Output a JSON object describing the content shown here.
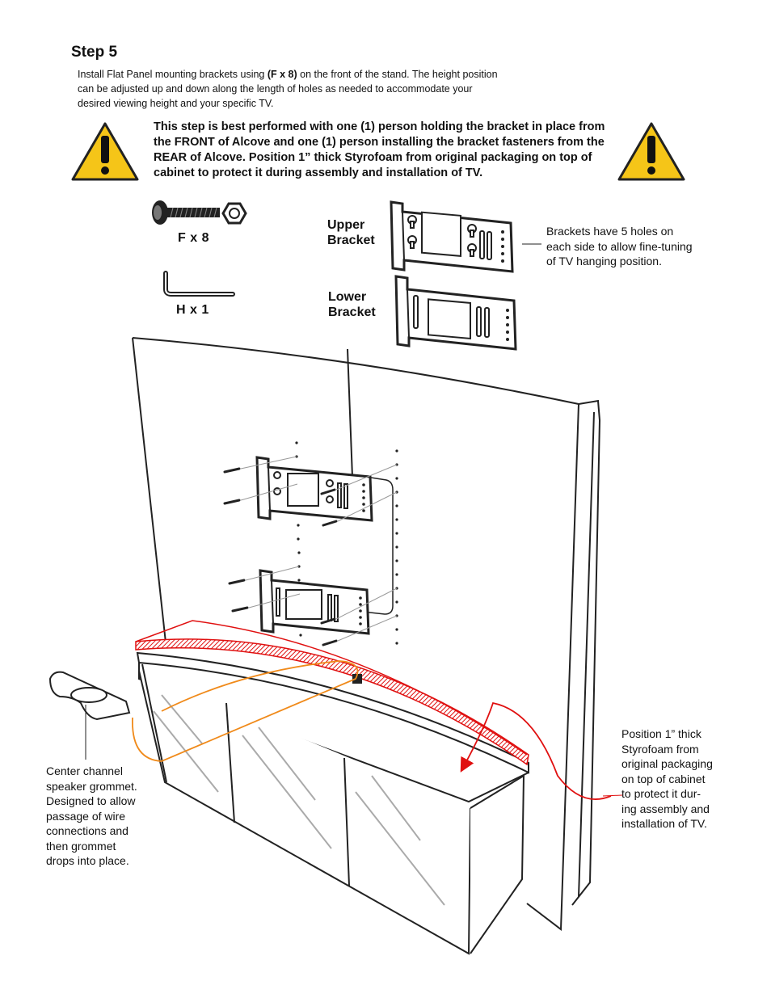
{
  "step": {
    "title": "Step 5"
  },
  "intro": {
    "part1": "Install Flat Panel mounting brackets using ",
    "bold": "(F x 8)",
    "part2": " on the front of the stand.  The height position can be adjusted up and down along the length of holes as needed to accommodate your desired viewing height and your specific TV."
  },
  "warning": {
    "text": "This step is best performed with one (1) person holding the bracket in place from the FRONT of Alcove and one (1) person installing the bracket fasteners from the REAR of Alcove. Position 1” thick Styrofoam from original packaging on top of cabinet to protect it during assembly and installation of TV.",
    "icon": "warning-triangle-icon",
    "color": "#f5c518"
  },
  "parts": {
    "bolt_label": "F x 8",
    "key_label": "H x 1"
  },
  "brackets": {
    "upper_line1": "Upper",
    "upper_line2": "Bracket",
    "lower_line1": "Lower",
    "lower_line2": "Bracket",
    "callout": [
      "Brackets have 5 holes on",
      "each side to allow fine-tuning",
      "of TV hanging position."
    ]
  },
  "grommet": {
    "callout": [
      "Center channel",
      "speaker grommet.",
      "Designed to allow",
      "passage of wire",
      "connections and",
      "then grommet",
      "drops into place."
    ]
  },
  "styrofoam": {
    "callout": [
      "Position 1” thick",
      "Styrofoam from",
      "original packaging",
      "on top of cabinet",
      "to protect it dur-",
      "ing assembly and",
      "installation of TV."
    ],
    "color": "#e01010"
  },
  "wire_color": "#f08a1a"
}
